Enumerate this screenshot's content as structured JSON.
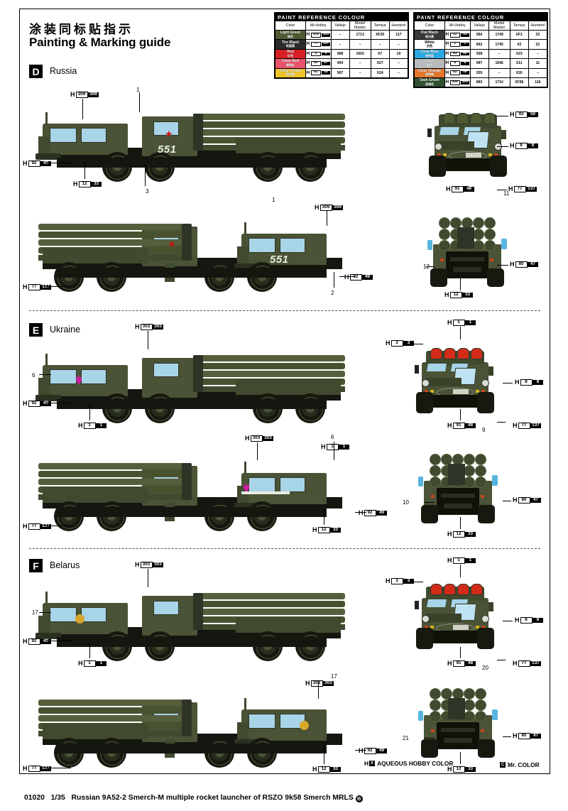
{
  "header": {
    "title_cn": "涂装同标贴指示",
    "title_en": "Painting & Marking guide"
  },
  "paint_tables": [
    {
      "title": "PAINT  REFERENCE  COLOUR",
      "columns": [
        "Color",
        "Mr.Hobby",
        "Vallejo",
        "Model Master",
        "Tamiya",
        "Humbrol"
      ],
      "rows": [
        {
          "name_en": "Light Green",
          "name_cn": "绿色",
          "swatch": "#4f5a33",
          "text_color": "#ffffff",
          "hobby_white": "303",
          "hobby_black": "303",
          "vallejo": "–",
          "model_master": "1713",
          "tamiya": "XF20",
          "humbrol": "117"
        },
        {
          "name_en": "Tire Black",
          "name_cn": "轮胎黑",
          "swatch": "#2b2b2b",
          "text_color": "#ffffff",
          "hobby_white": "77",
          "hobby_black": "137",
          "vallejo": "–",
          "model_master": "–",
          "tamiya": "–",
          "humbrol": "–"
        },
        {
          "name_en": "Red",
          "name_cn": "红色",
          "swatch": "#d81f26",
          "text_color": "#ffffff",
          "hobby_white": "3",
          "hobby_black": "3",
          "vallejo": "908",
          "model_master": "1503",
          "tamiya": "X7",
          "humbrol": "19"
        },
        {
          "name_en": "Clear Red",
          "name_cn": "透明红",
          "swatch": "#e8536a",
          "text_color": "#ffffff",
          "hobby_white": "90",
          "hobby_black": "47",
          "vallejo": "904",
          "model_master": "–",
          "tamiya": "X27",
          "humbrol": "–"
        },
        {
          "name_en": "Clear Yellow",
          "name_cn": "透明黄",
          "swatch": "#f0c42a",
          "text_color": "#ffffff",
          "hobby_white": "91",
          "hobby_black": "48",
          "vallejo": "907",
          "model_master": "–",
          "tamiya": "X24",
          "humbrol": "–"
        }
      ]
    },
    {
      "title": "PAINT  REFERENCE  COLOUR",
      "columns": [
        "Color",
        "Mr.Hobby",
        "Vallejo",
        "Model Master",
        "Tamiya",
        "Humbrol"
      ],
      "rows": [
        {
          "name_en": "Flat Black",
          "name_cn": "哑光黑",
          "swatch": "#3a3a3a",
          "text_color": "#ffffff",
          "hobby_white": "12",
          "hobby_black": "33",
          "vallejo": "950",
          "model_master": "1749",
          "tamiya": "XF1",
          "humbrol": "33"
        },
        {
          "name_en": "White",
          "name_cn": "白色",
          "swatch": "#ffffff",
          "text_color": "#000000",
          "hobby_white": "1",
          "hobby_black": "1",
          "vallejo": "842",
          "model_master": "1745",
          "tamiya": "X2",
          "humbrol": "22"
        },
        {
          "name_en": "Clear Blue",
          "name_cn": "透明蓝",
          "swatch": "#2aa8e0",
          "text_color": "#ffffff",
          "hobby_white": "93",
          "hobby_black": "50",
          "vallejo": "938",
          "model_master": "–",
          "tamiya": "X23",
          "humbrol": "–"
        },
        {
          "name_en": "Silver",
          "name_cn": "银色",
          "swatch": "#b8babc",
          "text_color": "#ffffff",
          "hobby_white": "8",
          "hobby_black": "8",
          "vallejo": "997",
          "model_master": "1546",
          "tamiya": "X11",
          "humbrol": "11"
        },
        {
          "name_en": "Clear Orange",
          "name_cn": "透明橙",
          "swatch": "#e8762a",
          "text_color": "#ffffff",
          "hobby_white": "92",
          "hobby_black": "49",
          "vallejo": "935",
          "model_master": "–",
          "tamiya": "X26",
          "humbrol": "–"
        },
        {
          "name_en": "Dark Green",
          "name_cn": "深绿色",
          "swatch": "#2f5130",
          "text_color": "#ffffff",
          "hobby_white": "309",
          "hobby_black": "309",
          "vallejo": "893",
          "model_master": "1710",
          "tamiya": "XF58",
          "humbrol": "116"
        }
      ]
    }
  ],
  "sections": [
    {
      "letter": "D",
      "country": "Russia",
      "unit_number": "551",
      "callouts": [
        {
          "id": "d-side1-top",
          "hh": "H",
          "w": "309",
          "b": "309"
        },
        {
          "id": "d-side1-front",
          "hh": "H",
          "w": "92",
          "b": "49"
        },
        {
          "id": "d-side1-wheel",
          "hh": "H",
          "w": "12",
          "b": "33"
        },
        {
          "id": "d-side2-top",
          "hh": "H",
          "w": "309",
          "b": "309"
        },
        {
          "id": "d-side2-tyre",
          "hh": "H",
          "w": "77",
          "b": "137"
        },
        {
          "id": "d-side2-rear",
          "hh": "H",
          "w": "92",
          "b": "49"
        },
        {
          "id": "d-front-glass",
          "hh": "H",
          "w": "93",
          "b": "50"
        },
        {
          "id": "d-front-lamp",
          "hh": "H",
          "w": "8",
          "b": "8"
        },
        {
          "id": "d-front-ind",
          "hh": "H",
          "w": "91",
          "b": "48"
        },
        {
          "id": "d-front-tyre",
          "hh": "H",
          "w": "77",
          "b": "137"
        },
        {
          "id": "d-rear-lamp",
          "hh": "H",
          "w": "80",
          "b": "47"
        },
        {
          "id": "d-rear-black",
          "hh": "H",
          "w": "12",
          "b": "33"
        }
      ],
      "numbers": [
        "1",
        "3",
        "1",
        "2",
        "11",
        "12"
      ]
    },
    {
      "letter": "E",
      "country": "Ukraine",
      "unit_number": "",
      "callouts": [
        {
          "id": "e-side1-top",
          "hh": "H",
          "w": "303",
          "b": "303"
        },
        {
          "id": "e-side1-front",
          "hh": "H",
          "w": "92",
          "b": "49"
        },
        {
          "id": "e-side1-wheel",
          "hh": "H",
          "w": "1",
          "b": "1"
        },
        {
          "id": "e-side2-top",
          "hh": "H",
          "w": "303",
          "b": "303"
        },
        {
          "id": "e-side2-band",
          "hh": "H",
          "w": "1",
          "b": "1"
        },
        {
          "id": "e-side2-tyre",
          "hh": "H",
          "w": "77",
          "b": "137"
        },
        {
          "id": "e-side2-rear",
          "hh": "H",
          "w": "92",
          "b": "49"
        },
        {
          "id": "e-side2-black",
          "hh": "H",
          "w": "12",
          "b": "33"
        },
        {
          "id": "e-front-top",
          "hh": "H",
          "w": "1",
          "b": "1"
        },
        {
          "id": "e-front-red",
          "hh": "H",
          "w": "3",
          "b": "3"
        },
        {
          "id": "e-front-lamp",
          "hh": "H",
          "w": "8",
          "b": "8"
        },
        {
          "id": "e-front-ind",
          "hh": "H",
          "w": "91",
          "b": "48"
        },
        {
          "id": "e-front-tyre",
          "hh": "H",
          "w": "77",
          "b": "137"
        },
        {
          "id": "e-rear-lamp",
          "hh": "H",
          "w": "80",
          "b": "47"
        },
        {
          "id": "e-rear-black",
          "hh": "H",
          "w": "12",
          "b": "33"
        }
      ],
      "numbers": [
        "6",
        "6",
        "9",
        "10"
      ]
    },
    {
      "letter": "F",
      "country": "Belarus",
      "unit_number": "",
      "callouts": [
        {
          "id": "f-side1-top",
          "hh": "H",
          "w": "303",
          "b": "303"
        },
        {
          "id": "f-side1-front",
          "hh": "H",
          "w": "92",
          "b": "49"
        },
        {
          "id": "f-side1-wheel",
          "hh": "H",
          "w": "1",
          "b": "1"
        },
        {
          "id": "f-side2-top",
          "hh": "H",
          "w": "303",
          "b": "303"
        },
        {
          "id": "f-side2-tyre",
          "hh": "H",
          "w": "77",
          "b": "137"
        },
        {
          "id": "f-side2-rear",
          "hh": "H",
          "w": "92",
          "b": "49"
        },
        {
          "id": "f-side2-black",
          "hh": "H",
          "w": "12",
          "b": "33"
        },
        {
          "id": "f-front-top",
          "hh": "H",
          "w": "1",
          "b": "1"
        },
        {
          "id": "f-front-red",
          "hh": "H",
          "w": "3",
          "b": "3"
        },
        {
          "id": "f-front-lamp",
          "hh": "H",
          "w": "8",
          "b": "8"
        },
        {
          "id": "f-front-ind",
          "hh": "H",
          "w": "91",
          "b": "48"
        },
        {
          "id": "f-front-tyre",
          "hh": "H",
          "w": "77",
          "b": "137"
        },
        {
          "id": "f-rear-lamp",
          "hh": "H",
          "w": "80",
          "b": "47"
        },
        {
          "id": "f-rear-black",
          "hh": "H",
          "w": "12",
          "b": "33"
        }
      ],
      "numbers": [
        "17",
        "17",
        "20",
        "21"
      ]
    }
  ],
  "legend": {
    "aqueous_prefix": "H",
    "aqueous_mark": "X",
    "aqueous_label": "AQUEOUS HOBBY COLOR",
    "mrcolor_mark": "C",
    "mrcolor_label": "Mr. COLOR"
  },
  "footer": {
    "kit_number": "01020",
    "scale": "1/35",
    "kit_name": "Russian 9A52-2 Smerch-M multiple rocket launcher of RSZO 9k58 Smerch MRLS",
    "page_mark": "B"
  }
}
